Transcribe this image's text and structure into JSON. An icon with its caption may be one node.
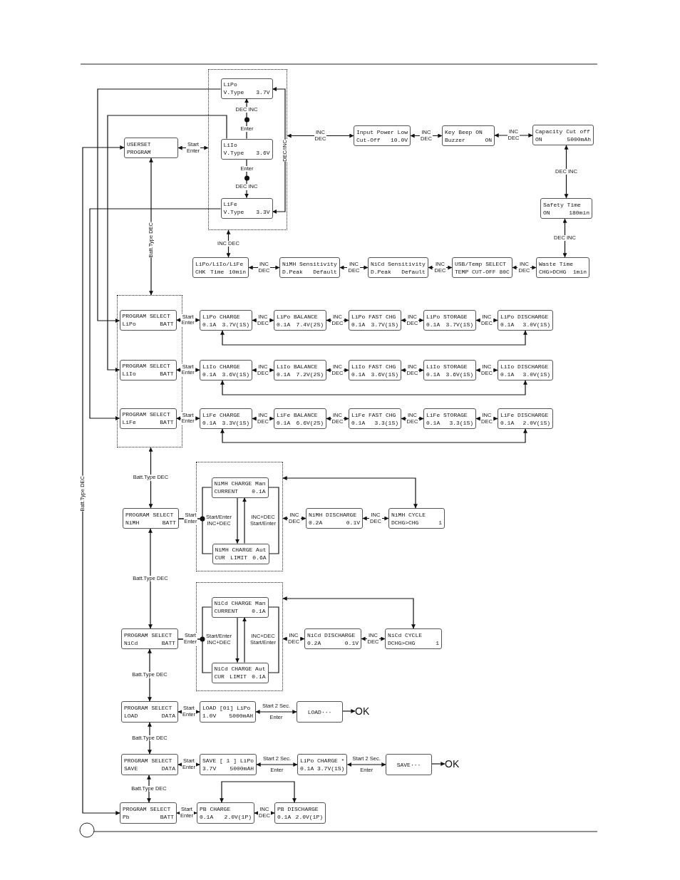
{
  "diagram": {
    "nodes": [
      {
        "text": [],
        "shape": "box"
      },
      {
        "text": [
          "LiPo",
          "V.Type 3.7V"
        ],
        "in": 0
      },
      {
        "text": [
          "LiIo",
          "V.Type 3.6V"
        ],
        "in": 0
      },
      {
        "text": [
          "LiFe",
          "V.Type 3.3V"
        ],
        "in": 0
      },
      {
        "text": [
          "USERSET",
          "PROGRAM"
        ]
      },
      {
        "text": [
          "Input Power Low",
          "Cut-Off 10.0V"
        ]
      },
      {
        "text": [
          "Key Beep ON",
          "Buzzer ON"
        ]
      },
      {
        "text": [
          "Capacity Cut off",
          "ON 5000mAh"
        ]
      },
      {
        "text": [
          "Safety Time",
          "ON 180min"
        ]
      },
      {
        "text": [
          "Waste Time",
          "CHG>DCHG 1min"
        ]
      },
      {
        "text": [
          "USB/Temp SELECT",
          "TEMP CUT-OFF 80C"
        ]
      },
      {
        "text": [
          "NiCd Sensitivity",
          "D.Peak Default"
        ]
      },
      {
        "text": [
          "NiMH Sensitivity",
          "D.Peak Default"
        ]
      },
      {
        "text": [
          "LiPo/LiIo/LiFe",
          "CHK Time 10min"
        ]
      },
      {
        "text": [],
        "shape": "box"
      },
      {
        "text": [
          "PROGRAM SELECT",
          "LiPo BATT"
        ],
        "in": 14
      },
      {
        "text": [
          "LiPo CHARGE",
          "0.1A 3.7V(1S)"
        ]
      },
      {
        "text": [
          "LiPo BALANCE",
          "0.1A 7.4V(2S)"
        ]
      },
      {
        "text": [
          "LiPo FAST CHG",
          "0.1A 3.7V(1S)"
        ]
      },
      {
        "text": [
          "LiPo STORAGE",
          "0.1A 3.7V(1S)"
        ]
      },
      {
        "text": [
          "LiPo DISCHARGE",
          "0.1A 3.0V(1S)"
        ]
      },
      {
        "text": [
          "PROGRAM SELECT",
          "LiIo BATT"
        ],
        "in": 14
      },
      {
        "text": [
          "LiIo CHARGE",
          "0.1A 3.6V(1S)"
        ]
      },
      {
        "text": [
          "LiIo BALANCE",
          "0.1A 7.2V(2S)"
        ]
      },
      {
        "text": [
          "LiIo FAST CHG",
          "0.1A 3.6V(1S)"
        ]
      },
      {
        "text": [
          "LiIo STORAGE",
          "0.1A 3.6V(1S)"
        ]
      },
      {
        "text": [
          "LiIo DISCHARGE",
          "0.1A 3.0V(1S)"
        ]
      },
      {
        "text": [
          "PROGRAM SELECT",
          "LiFe BATT"
        ],
        "in": 14
      },
      {
        "text": [
          "LiFe CHARGE",
          "0.1A 3.3V(1S)"
        ]
      },
      {
        "text": [
          "LiFe BALANCE",
          "0.1A 6.6V(2S)"
        ]
      },
      {
        "text": [
          "LiFe FAST CHG",
          "0.1A 3.3(1S)"
        ]
      },
      {
        "text": [
          "LiFe STORAGE",
          "0.1A 3.3(1S)"
        ]
      },
      {
        "text": [
          "LiFe DISCHARGE",
          "0.1A 2.0V(1S)"
        ]
      },
      {
        "text": [],
        "shape": "box"
      },
      {
        "text": [
          "NiMH CHARGE Man",
          "CURRENT 0.1A"
        ],
        "in": 33
      },
      {
        "text": [
          "NiMH CHARGE Aut",
          "CUR LIMIT 0.6A"
        ],
        "in": 33
      },
      {
        "text": [
          "PROGRAM SELECT",
          "NiMH BATT"
        ]
      },
      {
        "text": [
          "NiMH DISCHARGE",
          "0.2A 0.1V"
        ]
      },
      {
        "text": [
          "NiMH CYCLE",
          "DCHG>CHG 1"
        ]
      },
      {
        "text": [],
        "shape": "box"
      },
      {
        "text": [
          "NiCd CHARGE Man",
          "CURRENT 0.1A"
        ],
        "in": 39
      },
      {
        "text": [
          "NiCd CHARGE Aut",
          "CUR LIMIT 0.1A"
        ],
        "in": 39
      },
      {
        "text": [
          "PROGRAM SELECT",
          "NiCd BATT"
        ]
      },
      {
        "text": [
          "NiCd DISCHARGE",
          "0.2A 0.1V"
        ]
      },
      {
        "text": [
          "NiCd CYCLE",
          "DCHG>CHG 1"
        ]
      },
      {
        "text": [
          "PROGRAM SELECT",
          "LOAD DATA"
        ]
      },
      {
        "text": [
          "LOAD [01] LiPo",
          "1.0V 5000mAH"
        ]
      },
      {
        "text": [
          "LOAD···"
        ]
      },
      {
        "text": [
          "OK"
        ]
      },
      {
        "text": [
          "PROGRAM SELECT",
          "SAVE DATA"
        ]
      },
      {
        "text": [
          "SAVE [ 1 ] LiPo",
          "3.7V 5000mAH"
        ]
      },
      {
        "text": [
          "LiPo CHARGE *",
          "0.1A 3.7V(1S)"
        ]
      },
      {
        "text": [
          "SAVE···"
        ]
      },
      {
        "text": [
          "OK"
        ]
      },
      {
        "text": [
          "PROGRAM SELECT",
          "Pb BATT"
        ]
      },
      {
        "text": [
          "PB CHARGE",
          "0.1A 2.0V(1P)"
        ]
      },
      {
        "text": [
          "PB DISCHARGE",
          "0.1A 2.0V(1P)"
        ]
      }
    ],
    "edges": [
      {
        "from": 4,
        "to": 0,
        "arrow": "both",
        "label": "Start Enter"
      },
      {
        "from": 2,
        "to": 1,
        "arrow": "to",
        "label": "DEC INC"
      },
      {
        "from": 2,
        "to": 3,
        "arrow": "to",
        "label": "DEC INC"
      },
      {
        "from": 3,
        "to": 1,
        "arrow": "both",
        "label": "DEC/INC"
      },
      {
        "from": 5,
        "to": 0,
        "arrow": "both",
        "label": "INC DEC"
      },
      {
        "from": 5,
        "to": 6,
        "arrow": "both",
        "label": "INC DEC"
      },
      {
        "from": 6,
        "to": 7,
        "arrow": "both",
        "label": "INC DEC"
      },
      {
        "from": 7,
        "to": 8,
        "arrow": "both",
        "label": "DEC INC"
      },
      {
        "from": 8,
        "to": 9,
        "arrow": "both",
        "label": "DEC INC"
      },
      {
        "from": 9,
        "to": 10,
        "arrow": "both",
        "label": "INC DEC"
      },
      {
        "from": 10,
        "to": 11,
        "arrow": "both",
        "label": "INC DEC"
      },
      {
        "from": 11,
        "to": 12,
        "arrow": "both",
        "label": "INC DEC"
      },
      {
        "from": 12,
        "to": 13,
        "arrow": "both",
        "label": "INC DEC"
      },
      {
        "from": 13,
        "to": 0,
        "arrow": "both",
        "label": "INC DEC"
      },
      {
        "from": 4,
        "to": 14,
        "arrow": "both",
        "label": "Batt.Type DEC"
      },
      {
        "from": 1,
        "to": 15,
        "arrow": "to"
      },
      {
        "from": 2,
        "to": 21,
        "arrow": "to"
      },
      {
        "from": 3,
        "to": 27,
        "arrow": "to"
      },
      {
        "from": 4,
        "to": 54,
        "arrow": "both",
        "label": "Batt.Type DEC"
      },
      {
        "from": 15,
        "to": 16,
        "arrow": "both",
        "label": "Start Enter"
      },
      {
        "from": 16,
        "to": 17,
        "arrow": "both",
        "label": "INC DEC"
      },
      {
        "from": 17,
        "to": 18,
        "arrow": "both",
        "label": "INC DEC"
      },
      {
        "from": 18,
        "to": 19,
        "arrow": "both",
        "label": "INC DEC"
      },
      {
        "from": 19,
        "to": 20,
        "arrow": "both",
        "label": "INC DEC"
      },
      {
        "from": 16,
        "to": 20,
        "arrow": "both"
      },
      {
        "from": 21,
        "to": 22,
        "arrow": "both",
        "label": "Start Enter"
      },
      {
        "from": 22,
        "to": 23,
        "arrow": "both",
        "label": "INC DEC"
      },
      {
        "from": 23,
        "to": 24,
        "arrow": "both",
        "label": "INC DEC"
      },
      {
        "from": 24,
        "to": 25,
        "arrow": "both",
        "label": "INC DEC"
      },
      {
        "from": 25,
        "to": 26,
        "arrow": "both",
        "label": "INC DEC"
      },
      {
        "from": 22,
        "to": 26,
        "arrow": "both"
      },
      {
        "from": 27,
        "to": 28,
        "arrow": "both",
        "label": "Start Enter"
      },
      {
        "from": 28,
        "to": 29,
        "arrow": "both",
        "label": "INC DEC"
      },
      {
        "from": 29,
        "to": 30,
        "arrow": "both",
        "label": "INC DEC"
      },
      {
        "from": 30,
        "to": 31,
        "arrow": "both",
        "label": "INC DEC"
      },
      {
        "from": 31,
        "to": 32,
        "arrow": "both",
        "label": "INC DEC"
      },
      {
        "from": 28,
        "to": 32,
        "arrow": "both"
      },
      {
        "from": 14,
        "to": 36,
        "arrow": "both",
        "label": "Batt.Type DEC"
      },
      {
        "from": 36,
        "to": 34,
        "arrow": "none",
        "label": "Start Enter"
      },
      {
        "from": 36,
        "to": 35,
        "arrow": "none"
      },
      {
        "from": 34,
        "to": 35,
        "arrow": "to",
        "label": "Start/Enter INC+DEC"
      },
      {
        "from": 35,
        "to": 34,
        "arrow": "to",
        "label": "INC+DEC Start/Enter"
      },
      {
        "from": 34,
        "to": 35,
        "arrow": "none"
      },
      {
        "from": 33,
        "to": 37,
        "arrow": "both",
        "label": "INC DEC"
      },
      {
        "from": 37,
        "to": 38,
        "arrow": "both",
        "label": "INC DEC"
      },
      {
        "from": 38,
        "to": 33,
        "arrow": "both"
      },
      {
        "from": 36,
        "to": 42,
        "arrow": "both",
        "label": "Batt.Type DEC"
      },
      {
        "from": 42,
        "to": 40,
        "arrow": "none",
        "label": "Start Enter"
      },
      {
        "from": 42,
        "to": 41,
        "arrow": "none"
      },
      {
        "from": 40,
        "to": 41,
        "arrow": "to",
        "label": "Start/Enter INC+DEC"
      },
      {
        "from": 41,
        "to": 40,
        "arrow": "to",
        "label": "INC+DEC Start/Enter"
      },
      {
        "from": 40,
        "to": 41,
        "arrow": "none"
      },
      {
        "from": 39,
        "to": 43,
        "arrow": "both",
        "label": "INC DEC"
      },
      {
        "from": 43,
        "to": 44,
        "arrow": "both",
        "label": "INC DEC"
      },
      {
        "from": 44,
        "to": 39,
        "arrow": "both"
      },
      {
        "from": 42,
        "to": 45,
        "arrow": "both",
        "label": "Batt.Type DEC"
      },
      {
        "from": 45,
        "to": 46,
        "arrow": "both",
        "label": "Start Enter"
      },
      {
        "from": 46,
        "to": 47,
        "arrow": "both",
        "label": "Start 2 Sec. Enter"
      },
      {
        "from": 47,
        "to": 48,
        "arrow": "to"
      },
      {
        "from": 45,
        "to": 49,
        "arrow": "both",
        "label": "Batt.Type DEC"
      },
      {
        "from": 49,
        "to": 50,
        "arrow": "both",
        "label": "Start Enter"
      },
      {
        "from": 50,
        "to": 51,
        "arrow": "both",
        "label": "Start 2 Sec. Enter"
      },
      {
        "from": 51,
        "to": 52,
        "arrow": "both",
        "label": "Start 2 Sec. Enter"
      },
      {
        "from": 52,
        "to": 53,
        "arrow": "to"
      },
      {
        "from": 49,
        "to": 54,
        "arrow": "both",
        "label": "Batt.Type DEC"
      },
      {
        "from": 54,
        "to": 55,
        "arrow": "both",
        "label": "Start Enter"
      },
      {
        "from": 55,
        "to": 56,
        "arrow": "both",
        "label": "INC DEC"
      },
      {
        "from": 55,
        "to": 56,
        "arrow": "both"
      }
    ],
    "labels": [
      "Enter",
      "Enter"
    ]
  }
}
